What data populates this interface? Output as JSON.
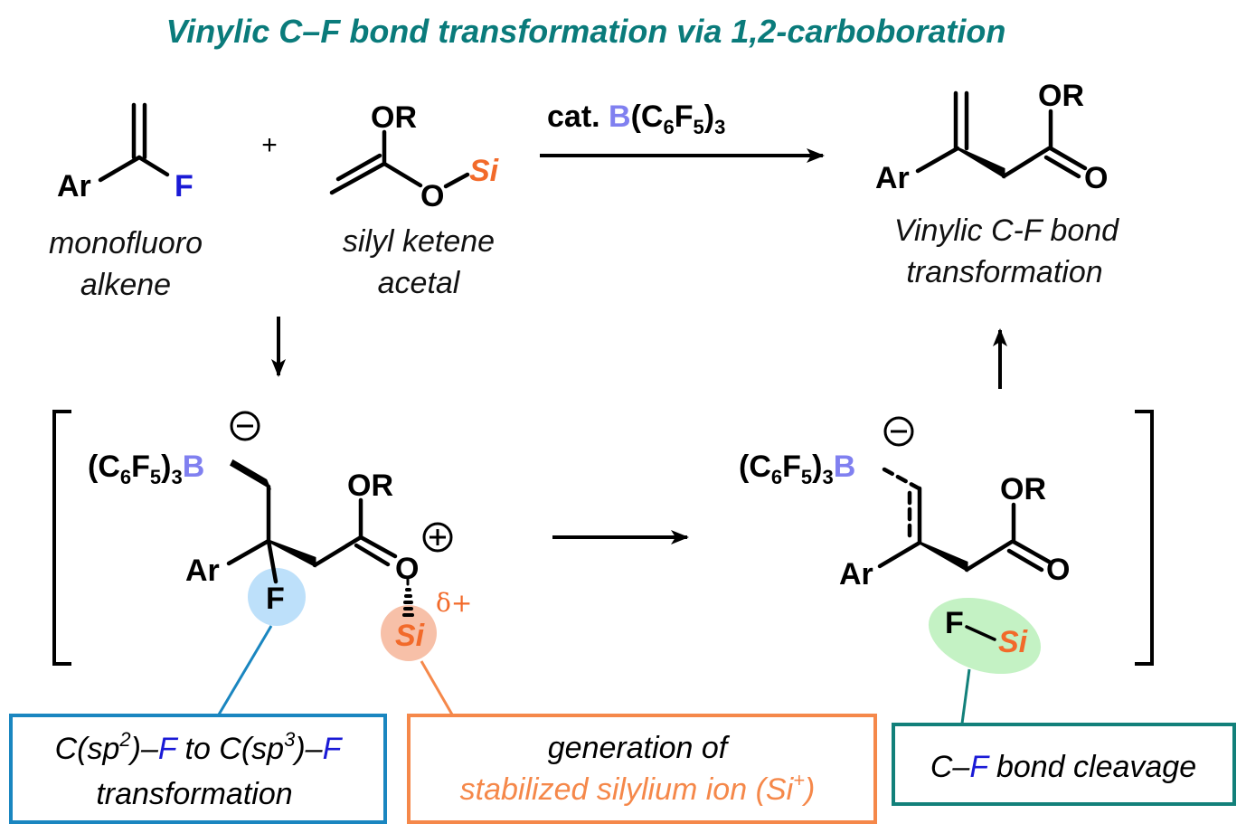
{
  "title": "Vinylic C–F bond transformation via 1,2-carboboration",
  "colors": {
    "title": "#0a7b7b",
    "fluorine": "#1a1ad6",
    "silicon": "#f26a2a",
    "boron": "#8080f0",
    "bond": "#000000",
    "f_highlight": "#bde0fa",
    "si_highlight": "#f7c0a8",
    "fsi_highlight": "#c4f2c4",
    "box_blue": "#1a86c0",
    "box_orange": "#f5884a",
    "box_teal": "#12807a"
  },
  "reactants": {
    "monofluoroalkene": {
      "ar": "Ar",
      "f": "F",
      "label_line1": "monofluoro",
      "label_line2": "alkene"
    },
    "plus": "+",
    "silyl_ketene_acetal": {
      "or": "OR",
      "o": "O",
      "si": "Si",
      "label_line1": "silyl ketene",
      "label_line2": "acetal"
    }
  },
  "reagent": {
    "prefix": "cat. ",
    "b": "B",
    "rest_open": "(C",
    "sub6": "6",
    "f": "F",
    "sub5": "5",
    "close": ")",
    "sub3": "3"
  },
  "product": {
    "ar": "Ar",
    "or": "OR",
    "o": "O",
    "label_line1": "Vinylic C-F bond",
    "label_line2": "transformation"
  },
  "intermediate1": {
    "c6f5_open": "(C",
    "sub6": "6",
    "f": "F",
    "sub5": "5",
    "close": ")",
    "sub3": "3",
    "b": "B",
    "minus": "−",
    "ar": "Ar",
    "f_atom": "F",
    "or": "OR",
    "o": "O",
    "plus": "+",
    "si": "Si",
    "delta": "δ+"
  },
  "intermediate2": {
    "c6f5_open": "(C",
    "sub6": "6",
    "f": "F",
    "sub5": "5",
    "close": ")",
    "sub3": "3",
    "b": "B",
    "minus": "−",
    "ar": "Ar",
    "or": "OR",
    "o": "O",
    "f_atom": "F",
    "si": "Si"
  },
  "callouts": {
    "blue": {
      "line1_a": "C(sp",
      "line1_sup1": "2",
      "line1_b": ")–",
      "line1_f1": "F",
      "line1_c": " to C(sp",
      "line1_sup2": "3",
      "line1_d": ")–",
      "line1_f2": "F",
      "line2": "transformation"
    },
    "orange": {
      "line1": "generation of",
      "line2_a": "stabilized silylium ion (Si",
      "line2_sup": "+",
      "line2_b": ")"
    },
    "teal": {
      "c": "C",
      "dash": "–",
      "f": "F",
      "rest": " bond cleavage"
    }
  }
}
